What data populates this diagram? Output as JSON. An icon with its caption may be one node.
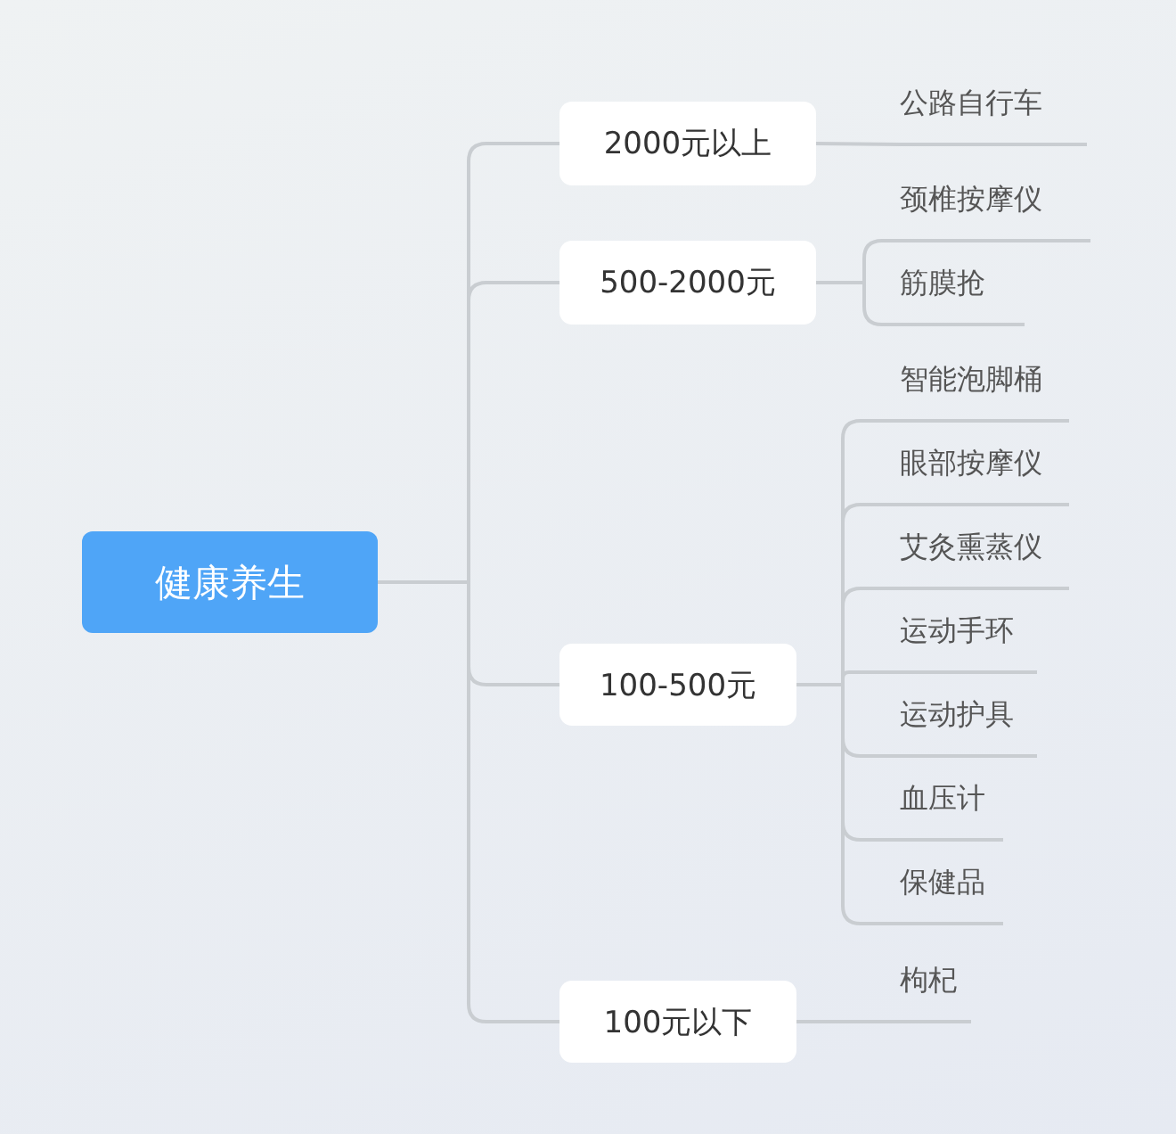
{
  "diagram": {
    "nodes": [
      {
        "text": [
          "健康养生"
        ]
      },
      {
        "text": [
          "2000元以上"
        ]
      },
      {
        "text": [
          "500-2000元"
        ]
      },
      {
        "text": [
          "100-500元"
        ]
      },
      {
        "text": [
          "100元以下"
        ]
      },
      {
        "text": [
          "公路自行车"
        ]
      },
      {
        "text": [
          "颈椎按摩仪"
        ]
      },
      {
        "text": [
          "筋膜抢"
        ]
      },
      {
        "text": [
          "智能泡脚桶"
        ]
      },
      {
        "text": [
          "眼部按摩仪"
        ]
      },
      {
        "text": [
          "艾灸熏蒸仪"
        ]
      },
      {
        "text": [
          "运动手环"
        ]
      },
      {
        "text": [
          "运动护具"
        ]
      },
      {
        "text": [
          "血压计"
        ]
      },
      {
        "text": [
          "保健品"
        ]
      },
      {
        "text": [
          "枸杞"
        ]
      }
    ],
    "edges": [
      {
        "from": 0,
        "to": 1,
        "arrow": "none"
      },
      {
        "from": 0,
        "to": 2,
        "arrow": "none"
      },
      {
        "from": 0,
        "to": 3,
        "arrow": "none"
      },
      {
        "from": 0,
        "to": 4,
        "arrow": "none"
      },
      {
        "from": 1,
        "to": 5,
        "arrow": "none"
      },
      {
        "from": 2,
        "to": 6,
        "arrow": "none"
      },
      {
        "from": 2,
        "to": 7,
        "arrow": "none"
      },
      {
        "from": 3,
        "to": 8,
        "arrow": "none"
      },
      {
        "from": 3,
        "to": 9,
        "arrow": "none"
      },
      {
        "from": 3,
        "to": 10,
        "arrow": "none"
      },
      {
        "from": 3,
        "to": 11,
        "arrow": "none"
      },
      {
        "from": 3,
        "to": 12,
        "arrow": "none"
      },
      {
        "from": 3,
        "to": 13,
        "arrow": "none"
      },
      {
        "from": 3,
        "to": 14,
        "arrow": "none"
      },
      {
        "from": 4,
        "to": 15,
        "arrow": "none"
      }
    ]
  }
}
